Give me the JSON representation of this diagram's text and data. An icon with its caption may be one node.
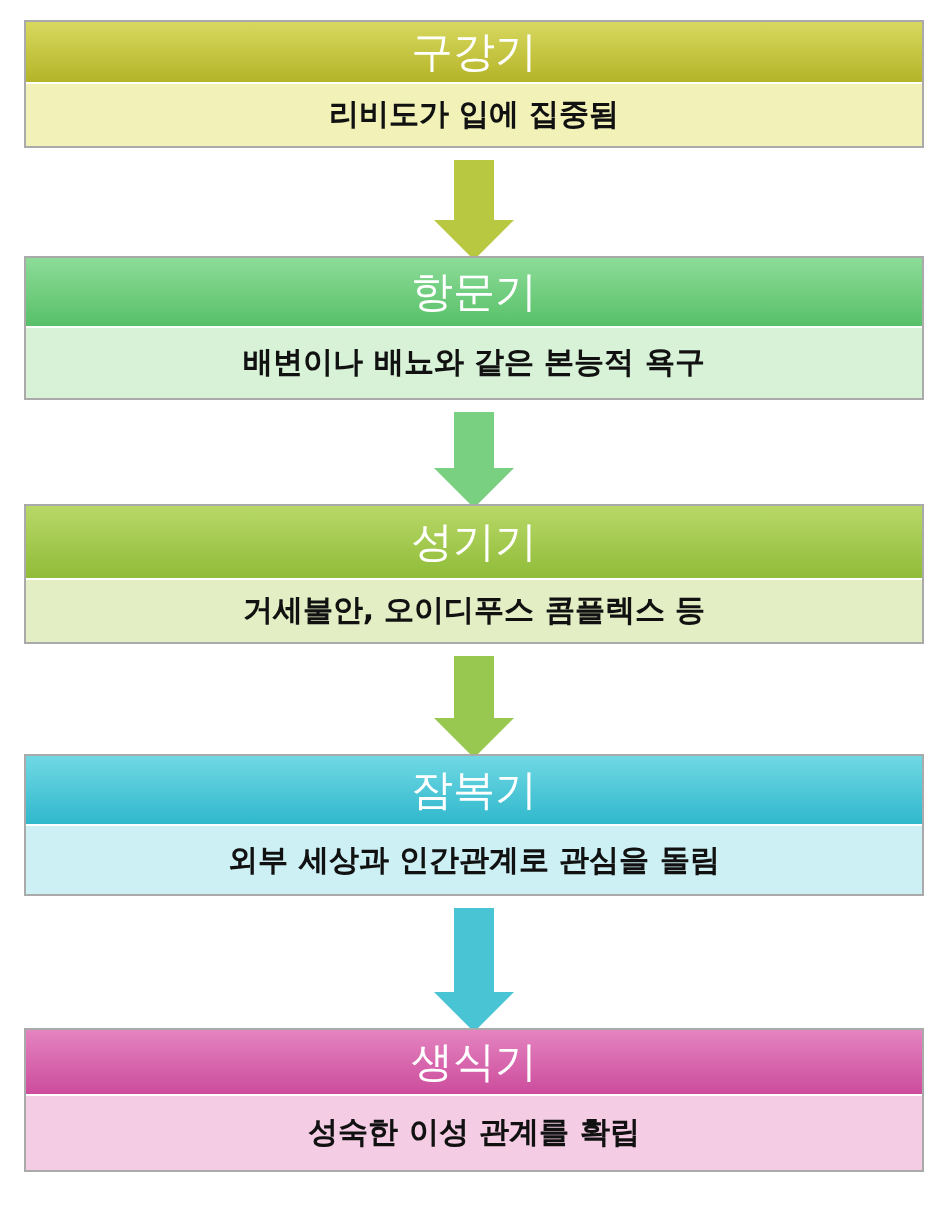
{
  "diagram": {
    "nodes": [
      {
        "text": [
          "구강기",
          "리비도가 입에 집중됨"
        ]
      },
      {
        "text": [
          "항문기",
          "배변이나 배뇨와 같은 본능적 욕구"
        ]
      },
      {
        "text": [
          "성기기",
          "거세불안, 오이디푸스 콤플렉스 등"
        ]
      },
      {
        "text": [
          "잠복기",
          "외부 세상과 인간관계로 관심을 돌림"
        ]
      },
      {
        "text": [
          "생식기",
          "성숙한 이성 관계를 확립"
        ]
      }
    ],
    "edges": [
      {
        "from": 0,
        "to": 1,
        "arrow": "to",
        "color": "#b8c840"
      },
      {
        "from": 1,
        "to": 2,
        "arrow": "to",
        "color": "#78d080"
      },
      {
        "from": 2,
        "to": 3,
        "arrow": "to",
        "color": "#98c850"
      },
      {
        "from": 3,
        "to": 4,
        "arrow": "to",
        "color": "#48c4d4"
      }
    ]
  }
}
